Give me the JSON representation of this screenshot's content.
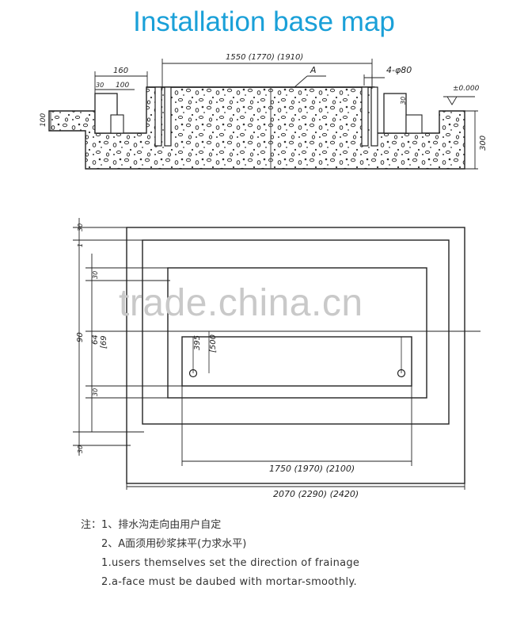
{
  "title": "Installation base map",
  "section": {
    "top_dim": "1550 (1770) (1910)",
    "label_a": "A",
    "bolt_dim": "4-φ80",
    "left_160": "160",
    "left_30": "30",
    "left_100": "100",
    "left_height_100": "100",
    "right_level": "±0.000",
    "right_30": "30",
    "right_height_300": "300"
  },
  "plan": {
    "left_30_top": "30",
    "left_1": "1",
    "left_30_mid": "30",
    "left_90": "90",
    "left_64": "64",
    "left_69": "[69",
    "left_30_low": "30",
    "left_30_bottom": "30",
    "inner_395": "395",
    "inner_500": "[500",
    "bottom_dim_1": "1750 (1970) (2100)",
    "bottom_dim_2": "2070 (2290) (2420)"
  },
  "watermark": "trade.china.cn",
  "notes": {
    "line1": "注：1、排水沟走向由用户自定",
    "line2": "2、A面须用砂浆抹平(力求水平)",
    "line3": "1.users themselves set the direction of frainage",
    "line4": "2.a-face must be daubed with mortar-smoothly."
  }
}
